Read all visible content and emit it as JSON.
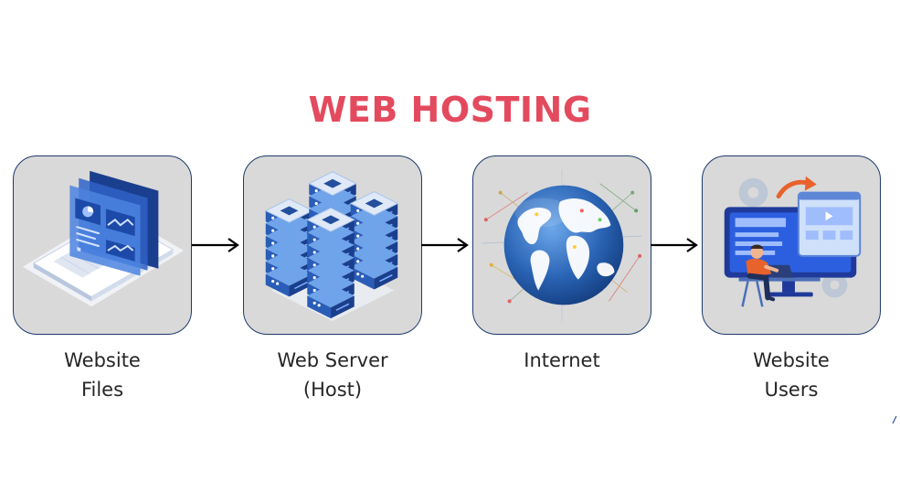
{
  "title": "WEB HOSTING",
  "nodes": [
    {
      "line1": "Website",
      "line2": "Files",
      "icon": "laptop-icon"
    },
    {
      "line1": "Web Server",
      "line2": "(Host)",
      "icon": "server-stack-icon"
    },
    {
      "line1": "Internet",
      "line2": "",
      "icon": "globe-icon"
    },
    {
      "line1": "Website",
      "line2": "Users",
      "icon": "user-at-computer-icon"
    }
  ],
  "colors": {
    "title": "#e44a5e",
    "box_fill": "#d9d9d9",
    "box_border": "#1f3a6e",
    "arrow": "#000000",
    "accent_blue": "#2b6fd1"
  }
}
